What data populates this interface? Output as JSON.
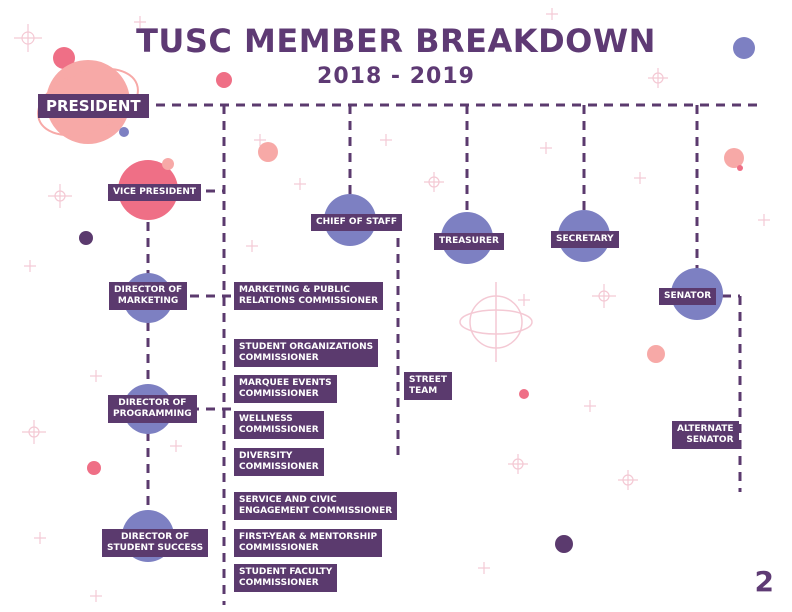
{
  "header": {
    "title": "TUSC MEMBER BREAKDOWN",
    "subtitle": "2018 - 2019"
  },
  "roles": {
    "president": "PRESIDENT",
    "vice_president": "VICE PRESIDENT",
    "chief_of_staff": "CHIEF OF STAFF",
    "treasurer": "TREASURER",
    "secretary": "SECRETARY",
    "senator": "SENATOR",
    "director_marketing": "DIRECTOR OF\nMARKETING",
    "director_programming": "DIRECTOR OF\nPROGRAMMING",
    "director_student_success": "DIRECTOR OF\nSTUDENT SUCCESS",
    "street_team": "STREET\nTEAM",
    "alternate_senator": "ALTERNATE\nSENATOR"
  },
  "commissioners": [
    "MARKETING & PUBLIC\nRELATIONS COMMISSIONER",
    "STUDENT ORGANIZATIONS\nCOMMISSIONER",
    "MARQUEE EVENTS\nCOMMISSIONER",
    "WELLNESS\nCOMMISSIONER",
    "DIVERSITY\nCOMMISSIONER",
    "SERVICE AND CIVIC\nENGAGEMENT COMMISSIONER",
    "FIRST-YEAR & MENTORSHIP\nCOMMISSIONER",
    "STUDENT FACULTY\nCOMMISSIONER"
  ],
  "page_number": "2",
  "colors": {
    "label_bg": "#5b3a6e",
    "title": "#5e3a74",
    "planet_blue": "#7d80c2",
    "planet_pink": "#ef6f86",
    "line": "#5b3a6e"
  }
}
